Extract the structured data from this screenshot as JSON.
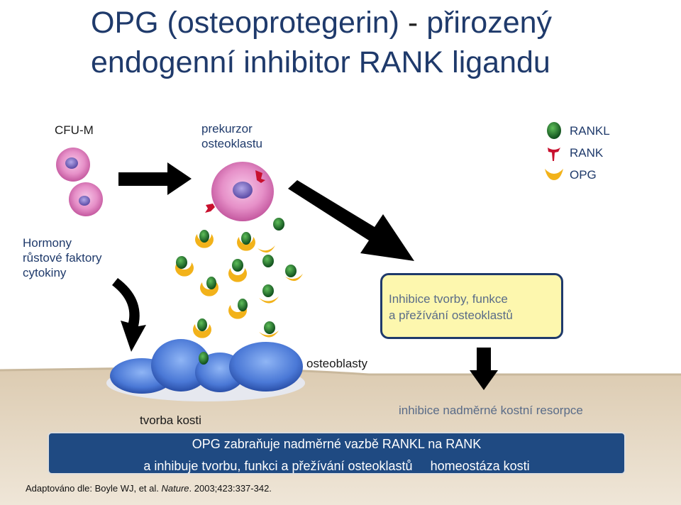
{
  "title": {
    "part1": "OPG (osteoprotegerin)",
    "dash": " - ",
    "part2": "přirozený",
    "line2": "endogenní inhibitor RANK ligandu"
  },
  "labels": {
    "cfu": "CFU-M",
    "prekurzor_1": "prekurzor",
    "prekurzor_2": "osteoklastu",
    "hormony_1": "Hormony",
    "hormony_2": "růstové faktory",
    "hormony_3": "cytokiny",
    "osteoblasty": "osteoblasty",
    "tvorba": "tvorba kosti",
    "resorpce": "inhibice nadměrné kostní resorpce"
  },
  "legend": [
    {
      "label": "RANKL",
      "icon": "rankl-icon",
      "color": "#1e6b2a"
    },
    {
      "label": "RANK",
      "icon": "rank-icon",
      "color": "#c8102e"
    },
    {
      "label": "OPG",
      "icon": "opg-icon",
      "color": "#f2b21a"
    }
  ],
  "inhibition_box": {
    "line1": "Inhibice tvorby, funkce",
    "line2": "a přežívání osteoklastů"
  },
  "banner": {
    "line1": "OPG zabraňuje nadměrné vazbě RANKL na RANK",
    "line2": "a inhibuje tvorbu, funkci a přežívání osteoklastů     homeostáza kosti"
  },
  "citation": {
    "prefix": "Adaptováno dle: Boyle WJ, et al. ",
    "journal": "Nature",
    "suffix": ". 2003;423:337-342."
  },
  "colors": {
    "title": "#1f3a6b",
    "box_fill": "#fdf7ae",
    "banner_fill": "#1f4a82",
    "bone": "#e9ddc9",
    "cell_pink": "#e690c8",
    "osteoblast_blue": "#4a78d6"
  }
}
